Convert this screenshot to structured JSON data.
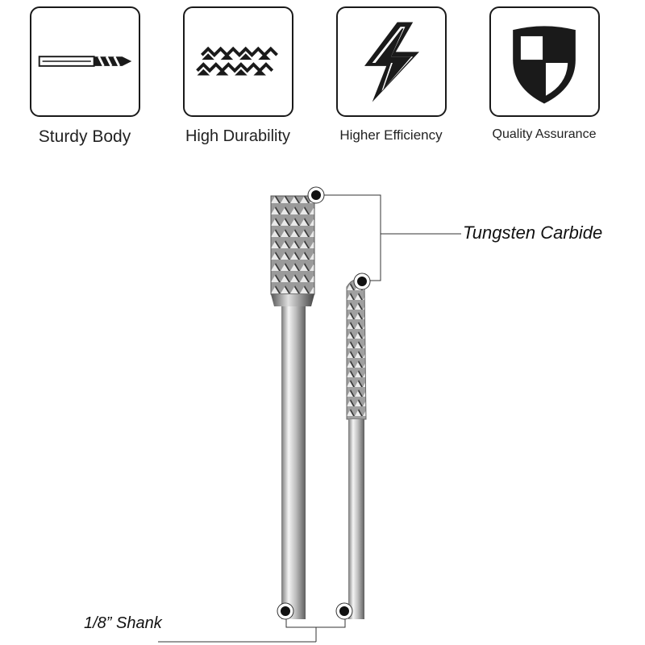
{
  "features": [
    {
      "label": "Sturdy Body",
      "icon": "drill-bit-icon"
    },
    {
      "label": "High Durability",
      "icon": "zigzag-teeth-icon"
    },
    {
      "label": "Higher Efficiency",
      "icon": "lightning-bolt-icon"
    },
    {
      "label": "Quality Assurance",
      "icon": "shield-icon"
    }
  ],
  "callouts": {
    "material": "Tungsten Carbide",
    "shank": "1/8” Shank"
  },
  "colors": {
    "outline": "#1a1a1a",
    "text": "#222222",
    "metal_light": "#e8e8e8",
    "metal_dark": "#6e6e6e"
  }
}
